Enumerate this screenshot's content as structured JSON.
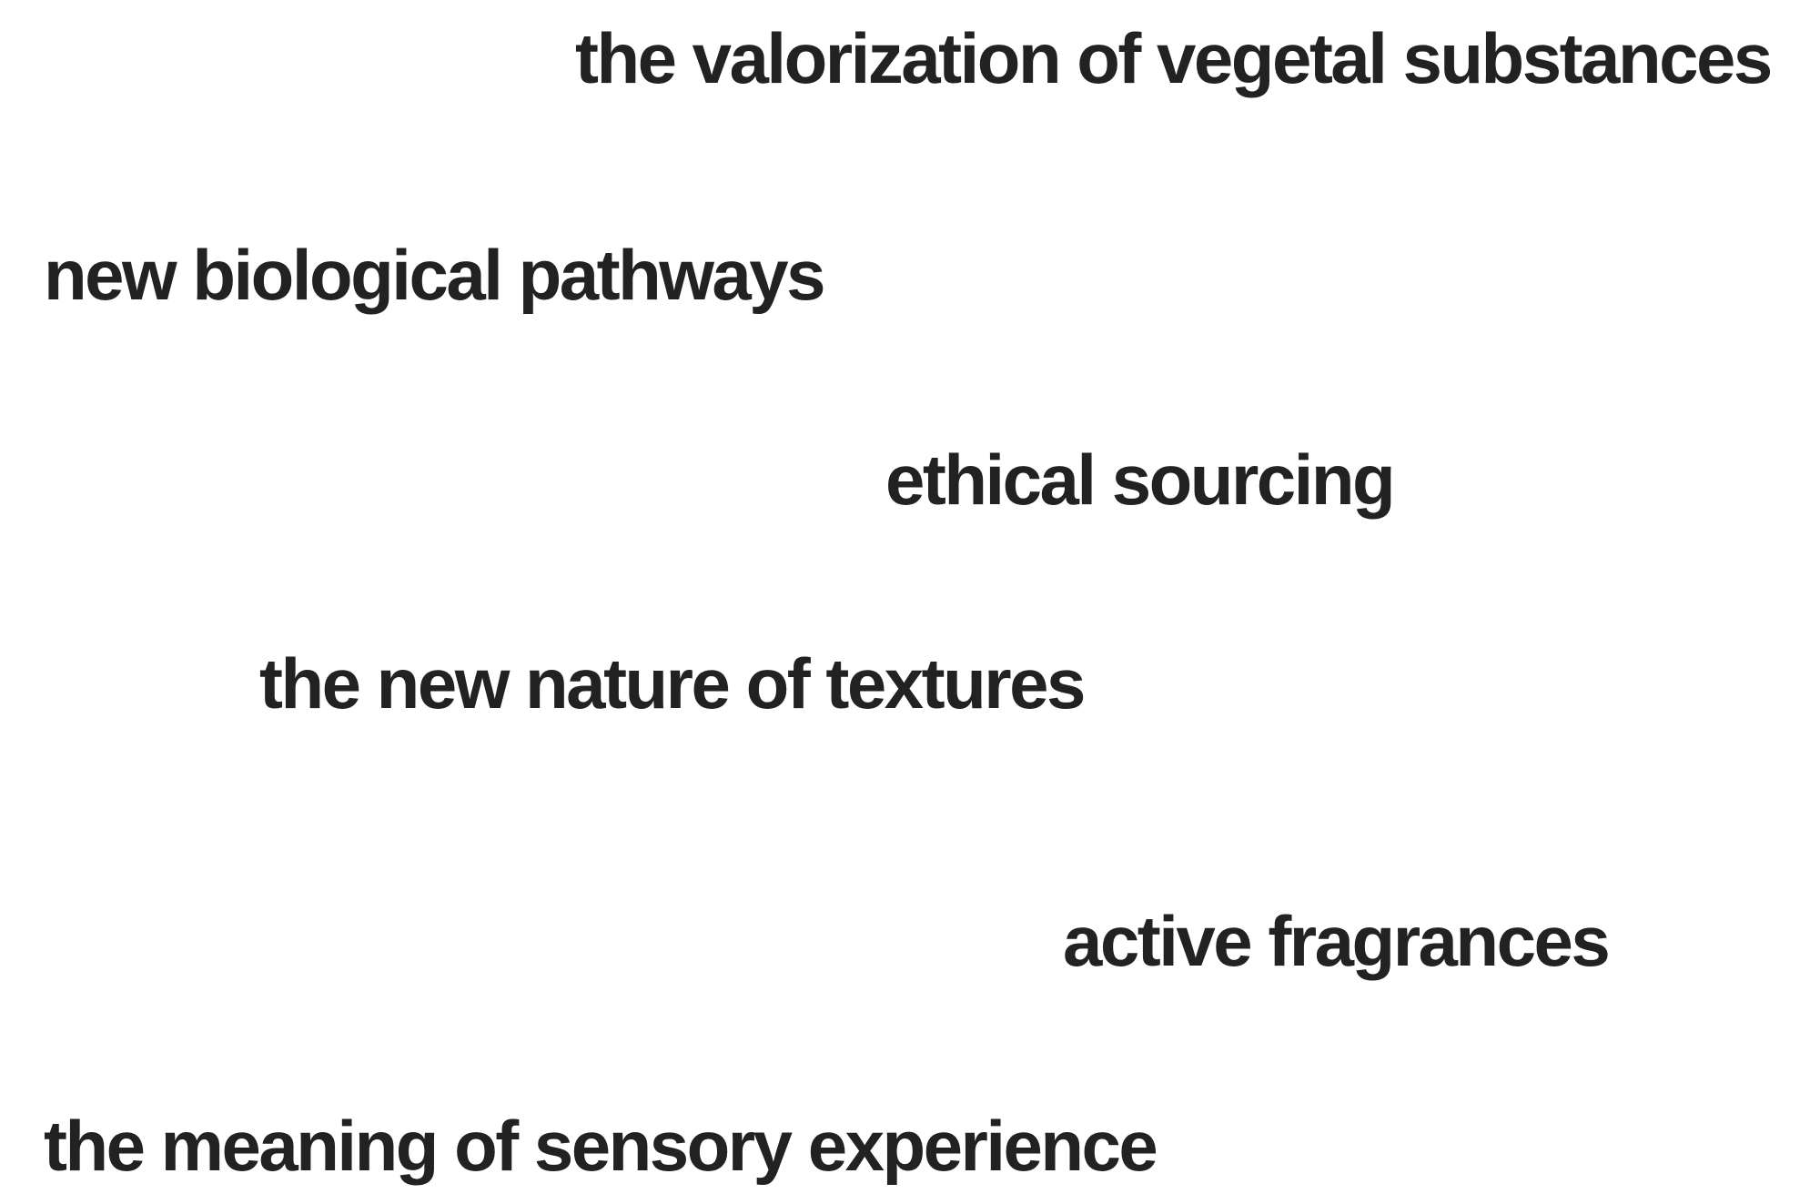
{
  "phrases": [
    {
      "text": "the valorization of vegetal substances"
    },
    {
      "text": "new biological pathways"
    },
    {
      "text": "ethical sourcing"
    },
    {
      "text": "the new nature of textures"
    },
    {
      "text": "active fragrances"
    },
    {
      "text": "the meaning of sensory experience"
    }
  ],
  "colors": {
    "text": "#222222",
    "background": "#ffffff"
  }
}
